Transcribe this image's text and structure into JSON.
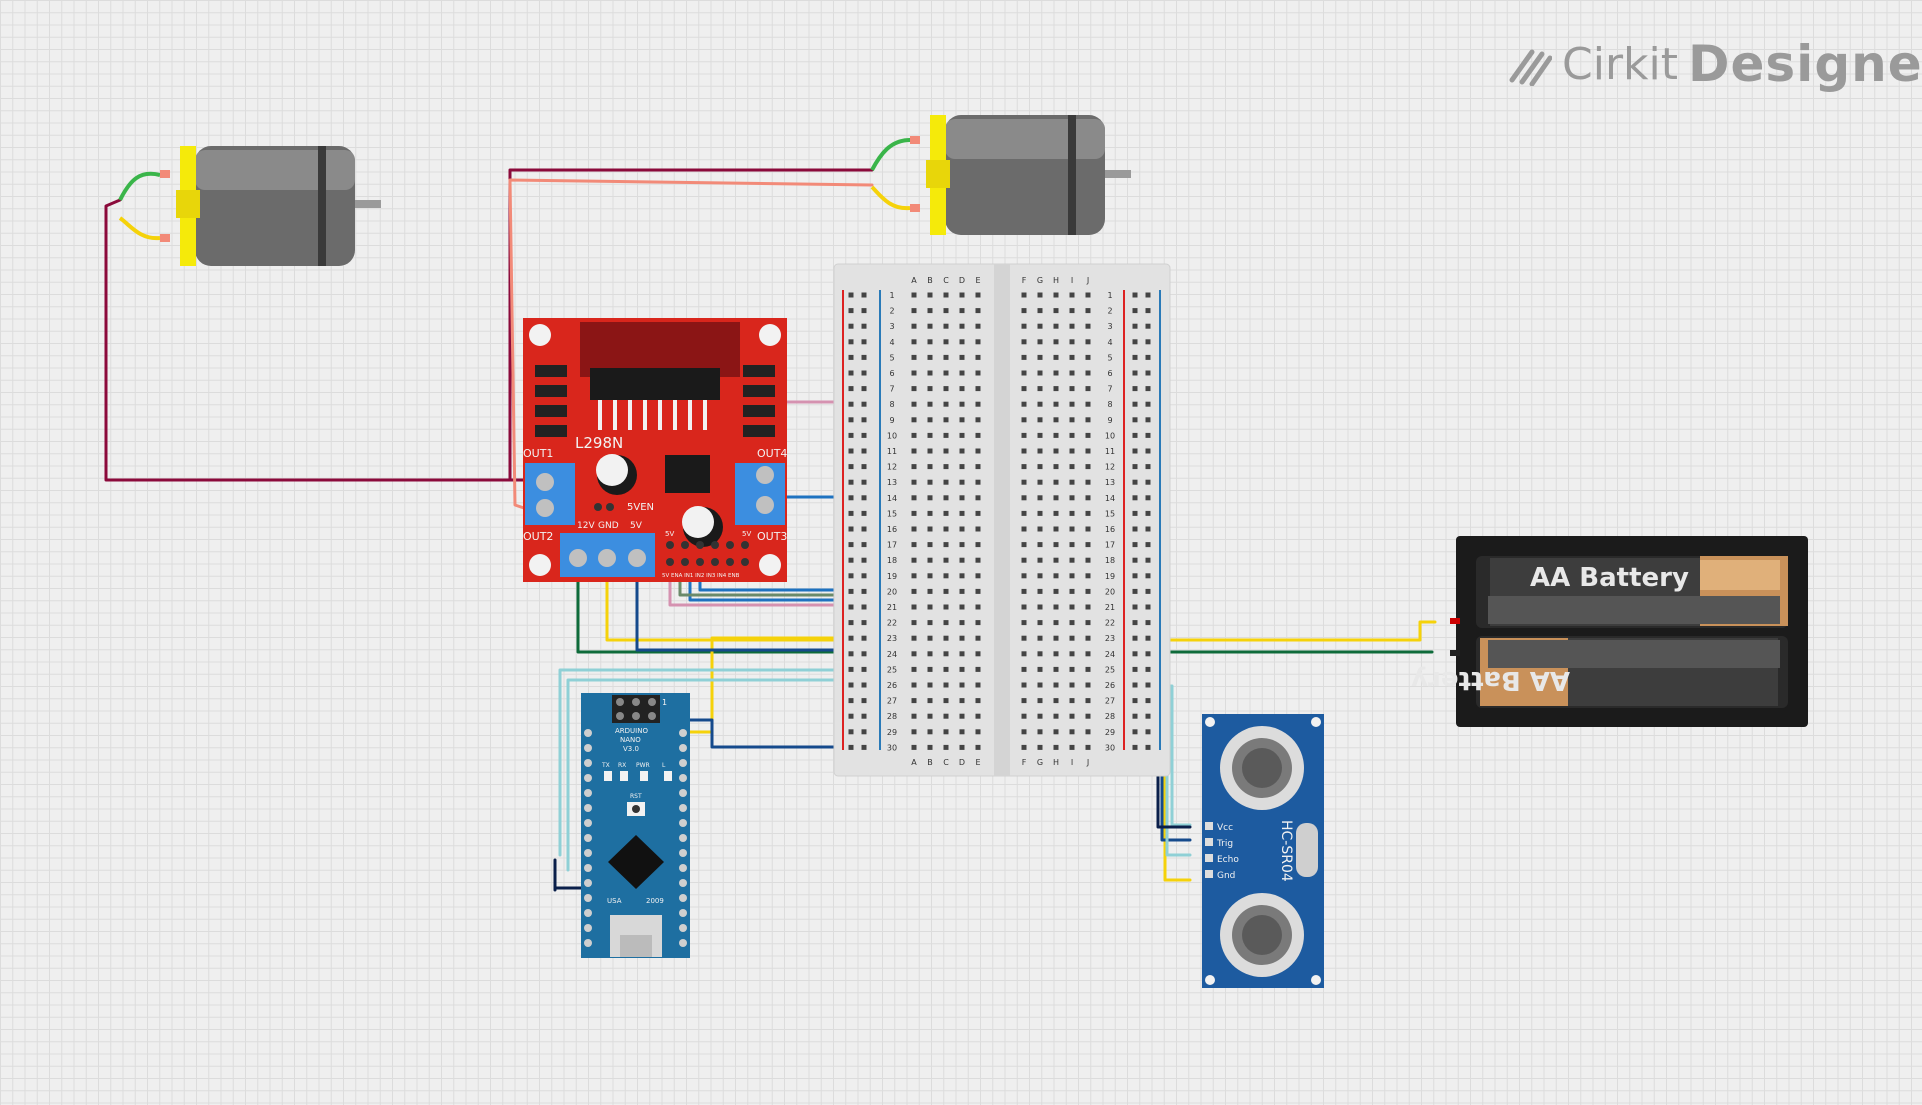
{
  "brand": {
    "word1": "Cirkit",
    "word2": "Designer",
    "logo_icon": "cirkit-slashes-icon"
  },
  "driver": {
    "title": "L298N",
    "out1": "OUT1",
    "out2": "OUT2",
    "out3": "OUT3",
    "out4": "OUT4",
    "pwr_12v": "12V",
    "pwr_gnd": "GND",
    "pwr_5v": "5V",
    "en_5v": "5VEN",
    "in_pins": "5V ENA IN1 IN2 IN3 IN4 ENB",
    "pin_5v": "5V"
  },
  "breadboard": {
    "cols_left": [
      "A",
      "B",
      "C",
      "D",
      "E"
    ],
    "cols_right": [
      "F",
      "G",
      "H",
      "I",
      "J"
    ],
    "row_numbers": [
      "1",
      "2",
      "3",
      "4",
      "5",
      "6",
      "7",
      "8",
      "9",
      "10",
      "11",
      "12",
      "13",
      "14",
      "15",
      "16",
      "17",
      "18",
      "19",
      "20",
      "21",
      "22",
      "23",
      "24",
      "25",
      "26",
      "27",
      "28",
      "29",
      "30"
    ]
  },
  "battery": {
    "cell1": "AA Battery",
    "cell2": "AA Battery"
  },
  "arduino": {
    "name1": "ARDUINO",
    "name2": "NANO",
    "name3": "V3.0",
    "led_tx": "TX",
    "led_rx": "RX",
    "led_pwr": "PWR",
    "led_l": "L",
    "rst": "RST",
    "usa": "USA",
    "year": "2009",
    "header_1": "1"
  },
  "sensor": {
    "model": "HC-SR04",
    "pins": [
      "Vcc",
      "Trig",
      "Echo",
      "Gnd"
    ]
  },
  "colors": {
    "board_red": "#d9261c",
    "terminal_blue": "#3c8ee0",
    "nano_blue": "#1e6fa1",
    "sensor_blue": "#1d5ba0",
    "breadboard": "#e2e2e2",
    "motor_body": "#6b6b6b",
    "motor_cap": "#f5ea0a",
    "battery_body": "#222222",
    "battery_cap": "#c9915a"
  }
}
